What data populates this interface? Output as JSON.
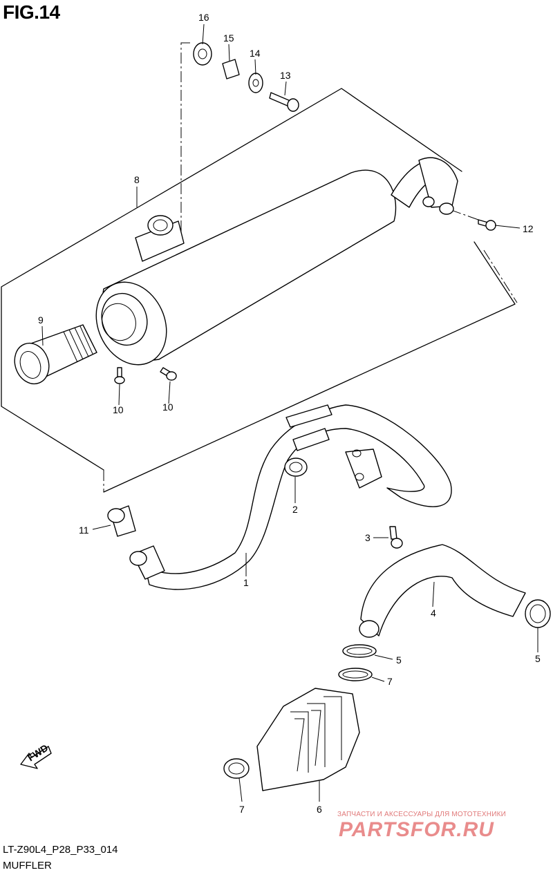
{
  "figure": {
    "title": "FIG.14",
    "code": "LT-Z90L4_P28_P33_014",
    "name": "MUFFLER"
  },
  "callouts": [
    "16",
    "15",
    "14",
    "13",
    "8",
    "12",
    "9",
    "10",
    "10",
    "2",
    "11",
    "3",
    "1",
    "4",
    "5",
    "5",
    "7",
    "7",
    "6"
  ],
  "fwd_label": "FWD",
  "watermark": {
    "tagline": "ЗАПЧАСТИ И АКСЕССУАРЫ ДЛЯ МОТОТЕХНИКИ",
    "logo": "PARTSFOR.RU"
  }
}
